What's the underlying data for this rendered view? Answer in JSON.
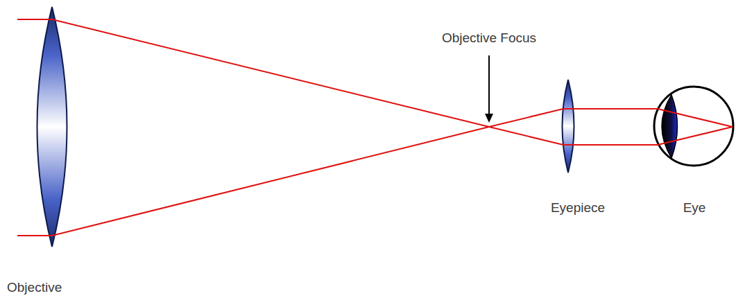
{
  "diagram": {
    "labels": [
      "Objective Focus",
      "Eyepiece",
      "Eye",
      "Objective"
    ]
  }
}
